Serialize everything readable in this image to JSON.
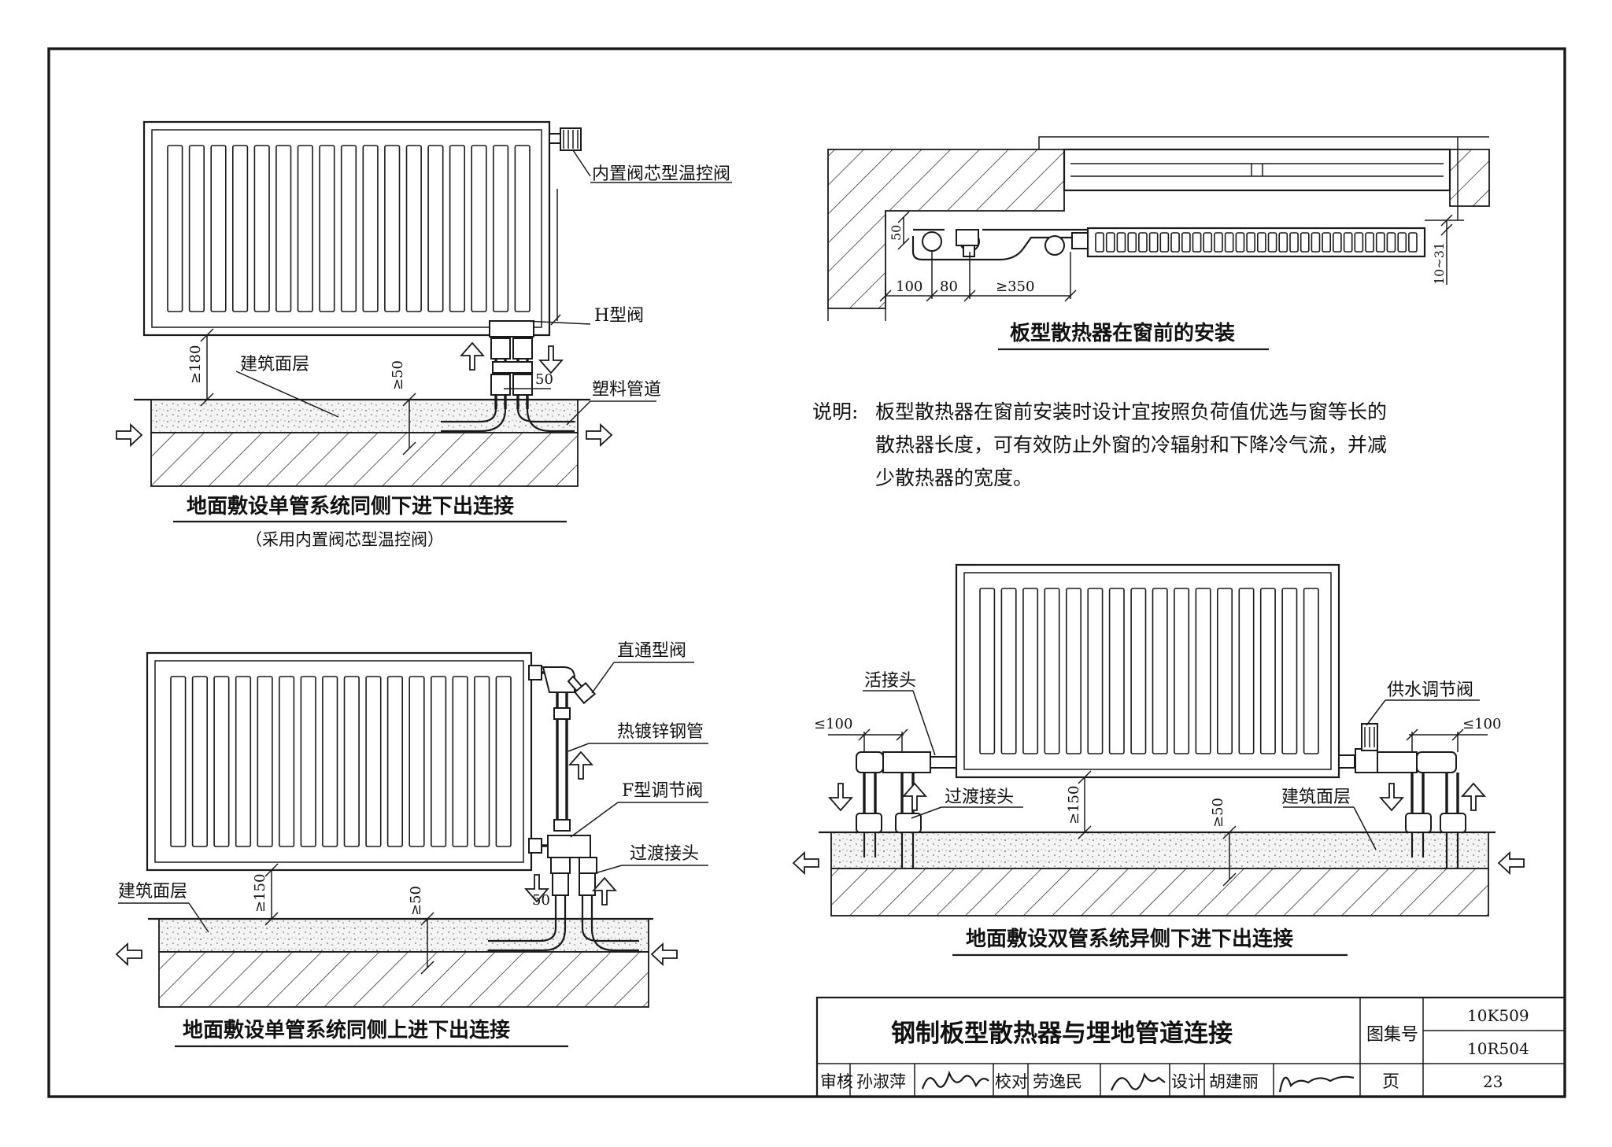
{
  "diagram1": {
    "caption": "地面敷设单管系统同侧下进下出连接",
    "subcaption": "（采用内置阀芯型温控阀）",
    "labels": {
      "thermostatic_valve": "内置阀芯型温控阀",
      "h_valve": "H型阀",
      "floor_layer": "建筑面层",
      "plastic_pipe": "塑料管道"
    },
    "dims": {
      "height": "≥180",
      "cover": "≥50",
      "spacing": "50"
    }
  },
  "diagram2": {
    "caption": "地面敷设单管系统同侧上进下出连接",
    "labels": {
      "straight_valve": "直通型阀",
      "galvanized_pipe": "热镀锌钢管",
      "f_valve": "F型调节阀",
      "transition_joint": "过渡接头",
      "floor_layer": "建筑面层"
    },
    "dims": {
      "height": "≥150",
      "cover": "≥50",
      "spacing": "50"
    }
  },
  "diagram3": {
    "caption": "板型散热器在窗前的安装",
    "dims": {
      "d100": "100",
      "d80": "80",
      "d350": "≥350",
      "d50": "50",
      "d1031": "10~31"
    }
  },
  "note": {
    "heading": "说明:",
    "lines": [
      "板型散热器在窗前安装时设计宜按照负荷值优选与窗等长的",
      "散热器长度，可有效防止外窗的冷辐射和下降冷气流，并减",
      "少散热器的宽度。"
    ]
  },
  "diagram4": {
    "caption": "地面敷设双管系统异侧下进下出连接",
    "labels": {
      "union": "活接头",
      "supply_valve": "供水调节阀",
      "transition_joint": "过渡接头",
      "floor_layer": "建筑面层"
    },
    "dims": {
      "left100": "≤100",
      "right100": "≤100",
      "height": "≥150",
      "cover": "≥50"
    }
  },
  "title_block": {
    "title": "钢制板型散热器与埋地管道连接",
    "atlas_label": "图集号",
    "atlas_numbers": [
      "10K509",
      "10R504"
    ],
    "page_label": "页",
    "page_number": "23",
    "review_label": "审核",
    "review_name": "孙淑萍",
    "check_label": "校对",
    "check_name": "劳逸民",
    "design_label": "设计",
    "design_name": "胡建丽"
  },
  "colors": {
    "ink": "#1a1a1a",
    "paper": "#ffffff"
  }
}
